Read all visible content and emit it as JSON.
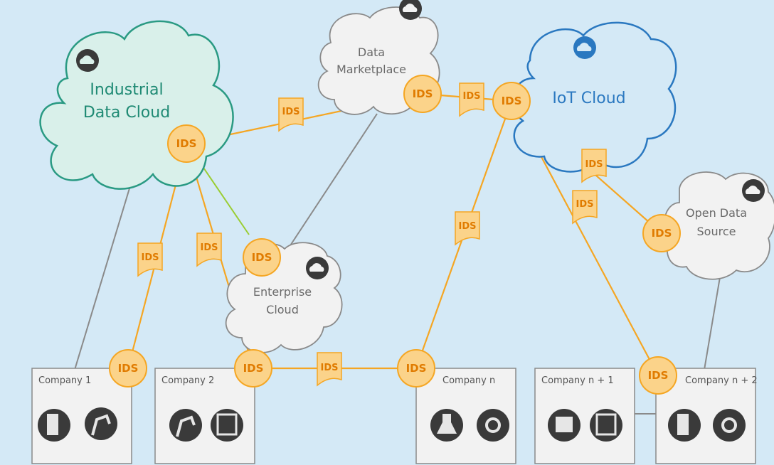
{
  "clouds": {
    "industrial": {
      "line1": "Industrial",
      "line2": "Data Cloud"
    },
    "marketplace": {
      "line1": "Data",
      "line2": "Marketplace"
    },
    "iot": {
      "line1": "IoT Cloud"
    },
    "enterprise": {
      "line1": "Enterprise",
      "line2": "Cloud"
    },
    "open_data": {
      "line1": "Open Data",
      "line2": "Source"
    }
  },
  "connector_label": "IDS",
  "companies": [
    {
      "label": "Company 1"
    },
    {
      "label": "Company 2"
    },
    {
      "label": "Company n"
    },
    {
      "label": "Company n + 1"
    },
    {
      "label": "Company n + 2"
    }
  ],
  "colors": {
    "background": "#d4e9f6",
    "industrial_cloud": "#2a9a83",
    "iot_cloud": "#2a78c0",
    "connector_orange": "#f5a623",
    "gray_link": "#8a8a8a",
    "green_link": "#9acd32"
  }
}
